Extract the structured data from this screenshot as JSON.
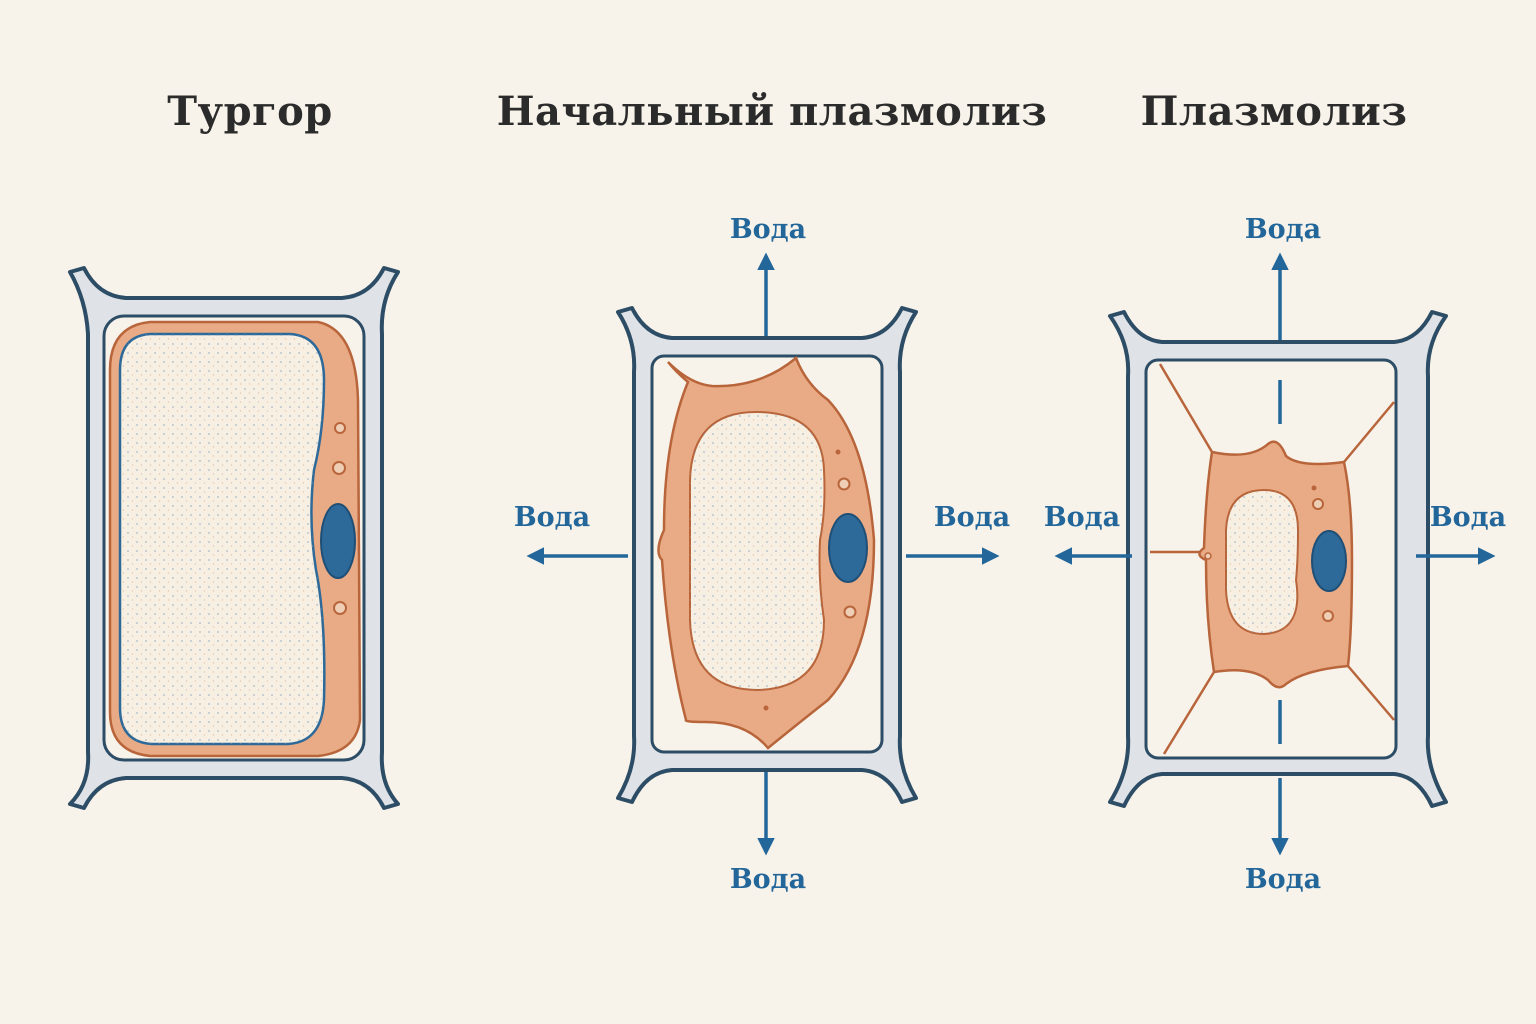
{
  "titles": {
    "turgor": "Тургор",
    "initial_plasmolysis": "Начальный плазмолиз",
    "plasmolysis": "Плазмолиз"
  },
  "labels": {
    "water": "Вода"
  },
  "colors": {
    "background": "#f8f3ea",
    "cell_wall_fill": "#dfe3e7",
    "cell_wall_stroke": "#2d4d66",
    "cytoplasm": "#e9ab85",
    "cytoplasm_stroke": "#b8653b",
    "vacuole": "#f7efe2",
    "nucleus": "#2d6a9a",
    "arrow": "#23669a"
  }
}
